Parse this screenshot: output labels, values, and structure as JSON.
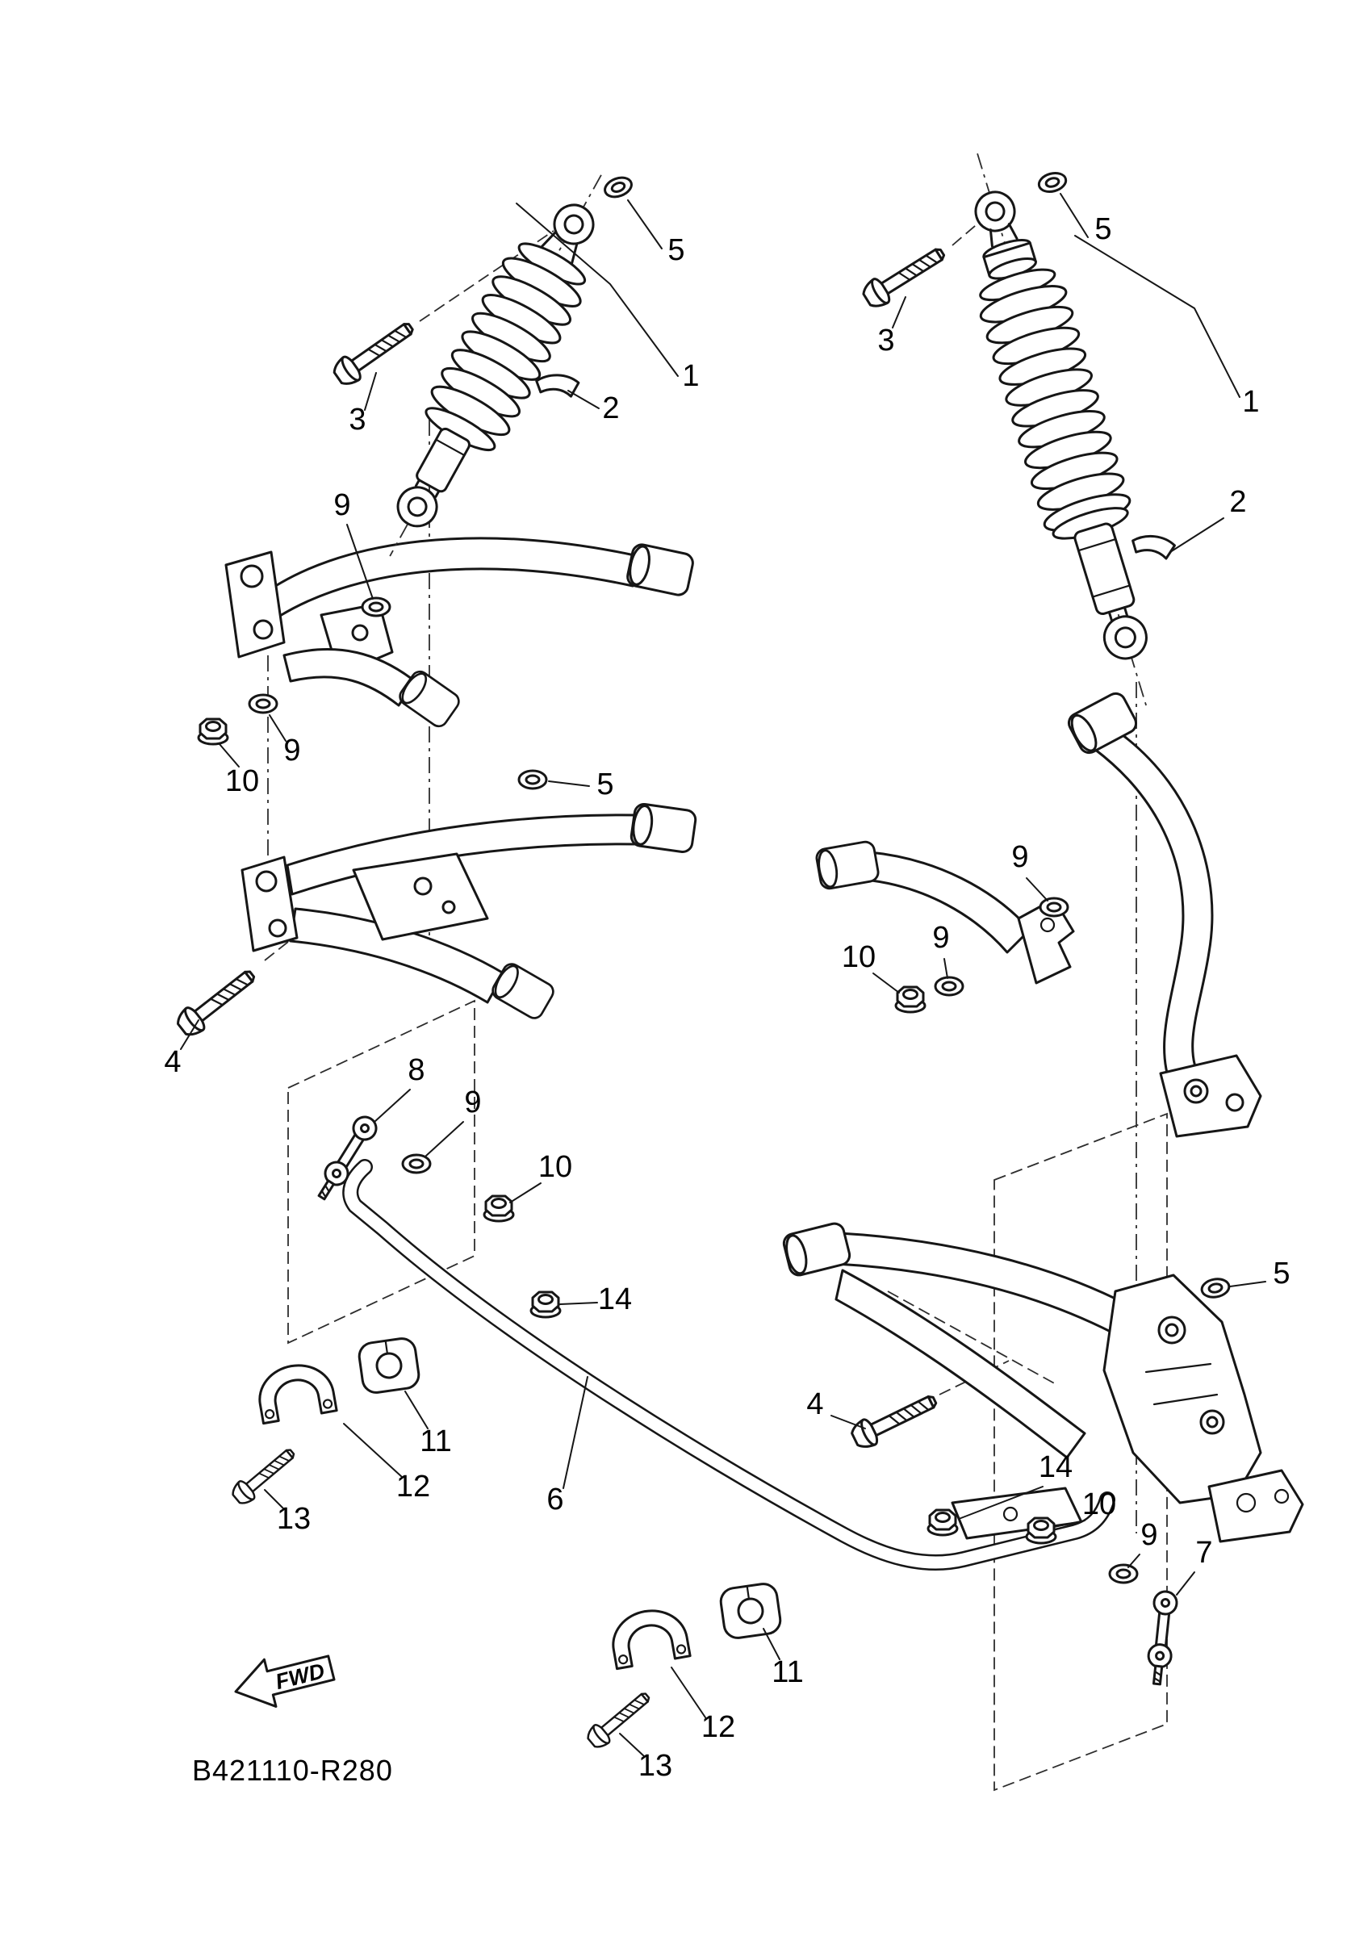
{
  "meta": {
    "drawing_code": "B421110-R280"
  },
  "fwd": {
    "label": "FWD"
  },
  "part_numbers": {
    "n1": "1",
    "n2": "2",
    "n3": "3",
    "n4": "4",
    "n5": "5",
    "n6": "6",
    "n7": "7",
    "n8": "8",
    "n9": "9",
    "n10": "10",
    "n11": "11",
    "n12": "12",
    "n13": "13",
    "n14": "14"
  }
}
